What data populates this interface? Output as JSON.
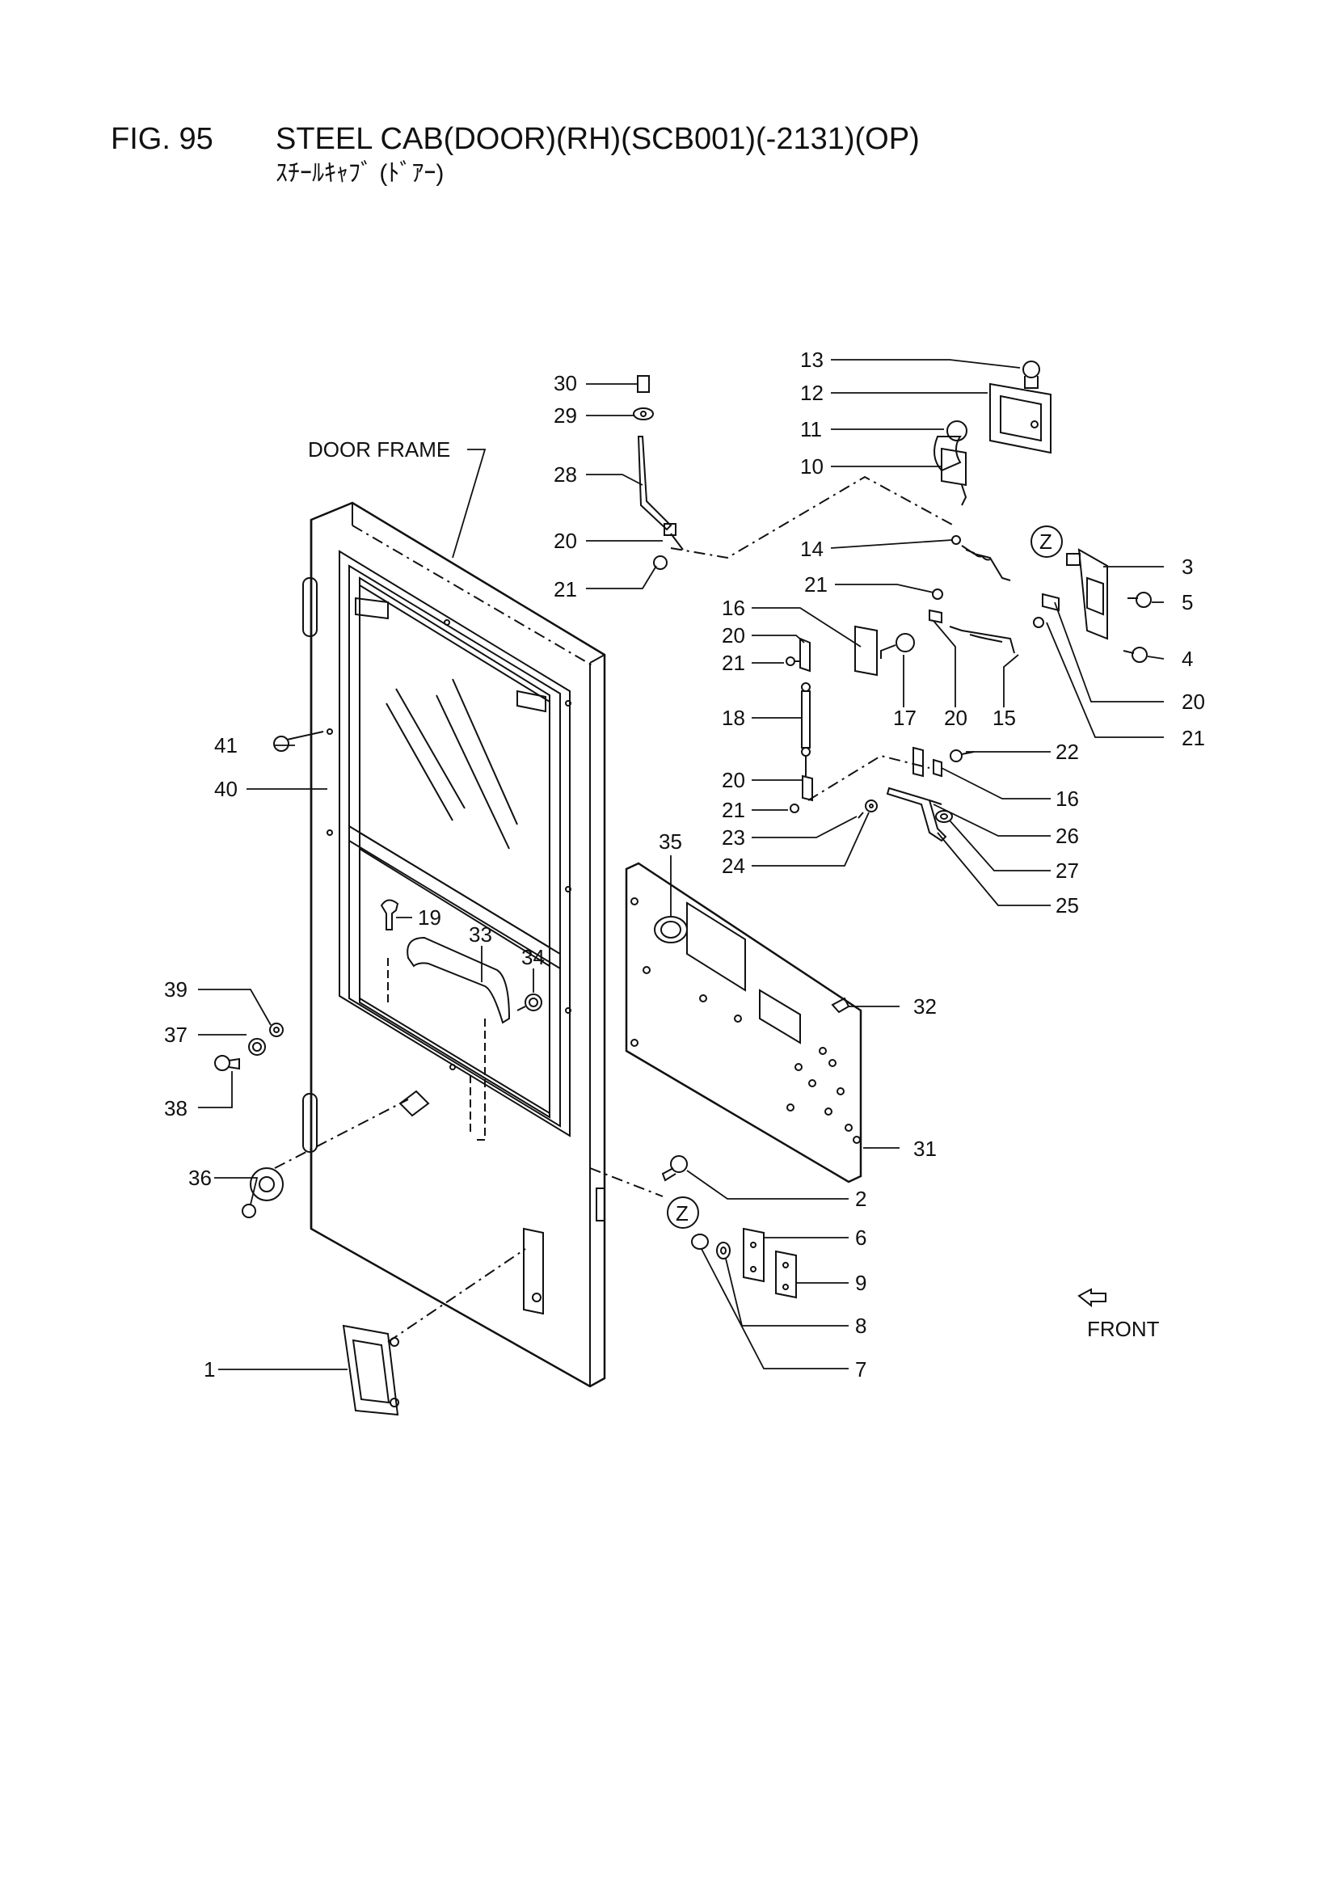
{
  "header": {
    "figure_label": "FIG. 95",
    "title": "STEEL CAB(DOOR)(RH)(SCB001)(-2131)(OP)",
    "subtitle": "ｽﾁｰﾙｷｬﾌﾞ (ﾄﾞｱｰ)"
  },
  "labels": {
    "door_frame": "DOOR FRAME",
    "front": "FRONT",
    "detail_mark": "Z"
  },
  "callouts": {
    "c30": "30",
    "c29": "29",
    "c28": "28",
    "c20a": "20",
    "c21a": "21",
    "c13": "13",
    "c12": "12",
    "c11": "11",
    "c10": "10",
    "c14": "14",
    "c3": "3",
    "c5": "5",
    "c4": "4",
    "c20b": "20",
    "c21b": "21",
    "c21c": "21",
    "c16a": "16",
    "c20c": "20",
    "c21d": "21",
    "c17": "17",
    "c20d": "20",
    "c15": "15",
    "c18": "18",
    "c22": "22",
    "c20e": "20",
    "c16b": "16",
    "c21e": "21",
    "c23": "23",
    "c26": "26",
    "c24": "24",
    "c27": "27",
    "c25": "25",
    "c41": "41",
    "c40": "40",
    "c35": "35",
    "c19": "19",
    "c33": "33",
    "c34": "34",
    "c32": "32",
    "c39": "39",
    "c37": "37",
    "c38": "38",
    "c36": "36",
    "c31": "31",
    "c2": "2",
    "c6": "6",
    "c9": "9",
    "c8": "8",
    "c7": "7",
    "c1": "1"
  },
  "colors": {
    "ink": "#111111",
    "paper": "#ffffff"
  }
}
